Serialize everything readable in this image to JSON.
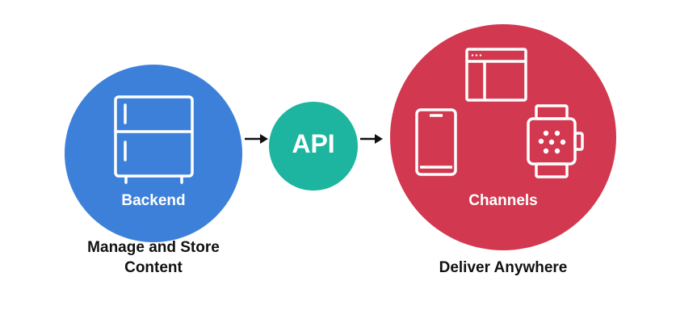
{
  "backend": {
    "label": "Backend",
    "caption_line1": "Manage and Store",
    "caption_line2": "Content",
    "color": "#3d80d9",
    "icon": "server-cabinet-icon"
  },
  "api": {
    "label": "API",
    "color": "#1db59f"
  },
  "channels": {
    "label": "Channels",
    "caption": "Deliver Anywhere",
    "color": "#d2384f",
    "icons": [
      "browser-window-icon",
      "smartphone-icon",
      "smartwatch-icon"
    ]
  },
  "arrows": [
    "right-arrow-icon",
    "right-arrow-icon"
  ]
}
